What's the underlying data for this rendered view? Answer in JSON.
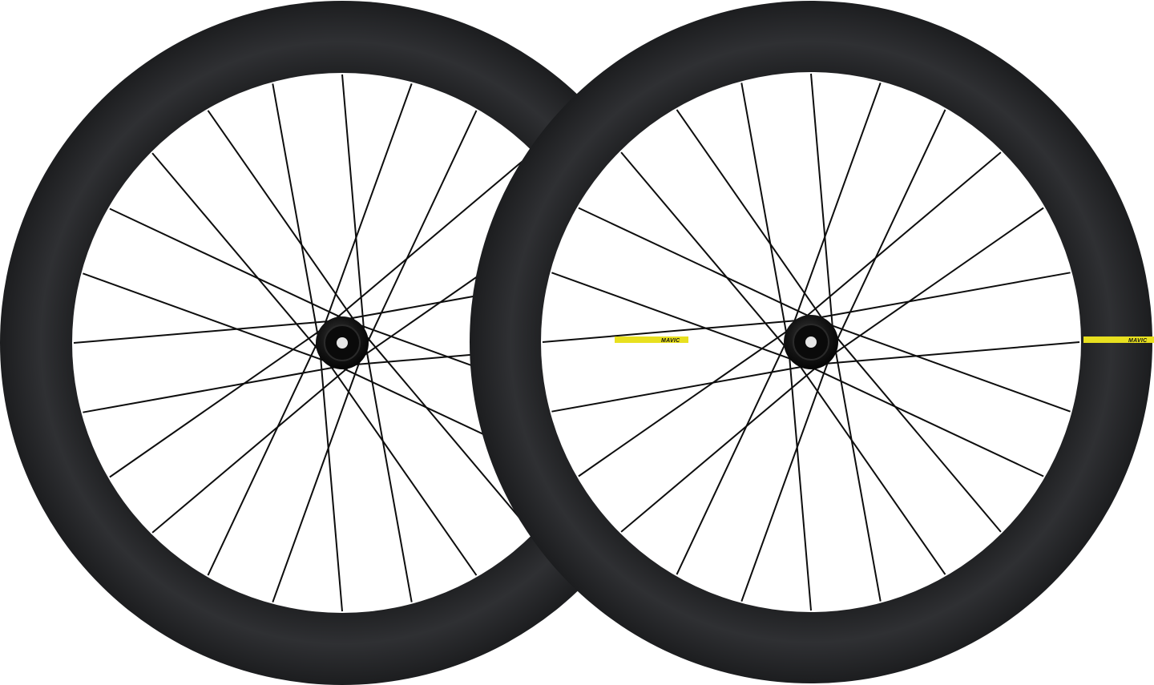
{
  "scene": {
    "background": "#ffffff",
    "rim_color": "#2b2c2e",
    "rim_shade": "#1e1f21",
    "spoke_color": "#0d0d0d",
    "hub_color": "#111111",
    "decal_color": "#e8e01f"
  },
  "wheels": [
    {
      "name": "front-wheel",
      "brand_decal": "",
      "spoke_count": 24
    },
    {
      "name": "rear-wheel",
      "brand_decal": "MAVIC",
      "spoke_count": 24
    }
  ]
}
